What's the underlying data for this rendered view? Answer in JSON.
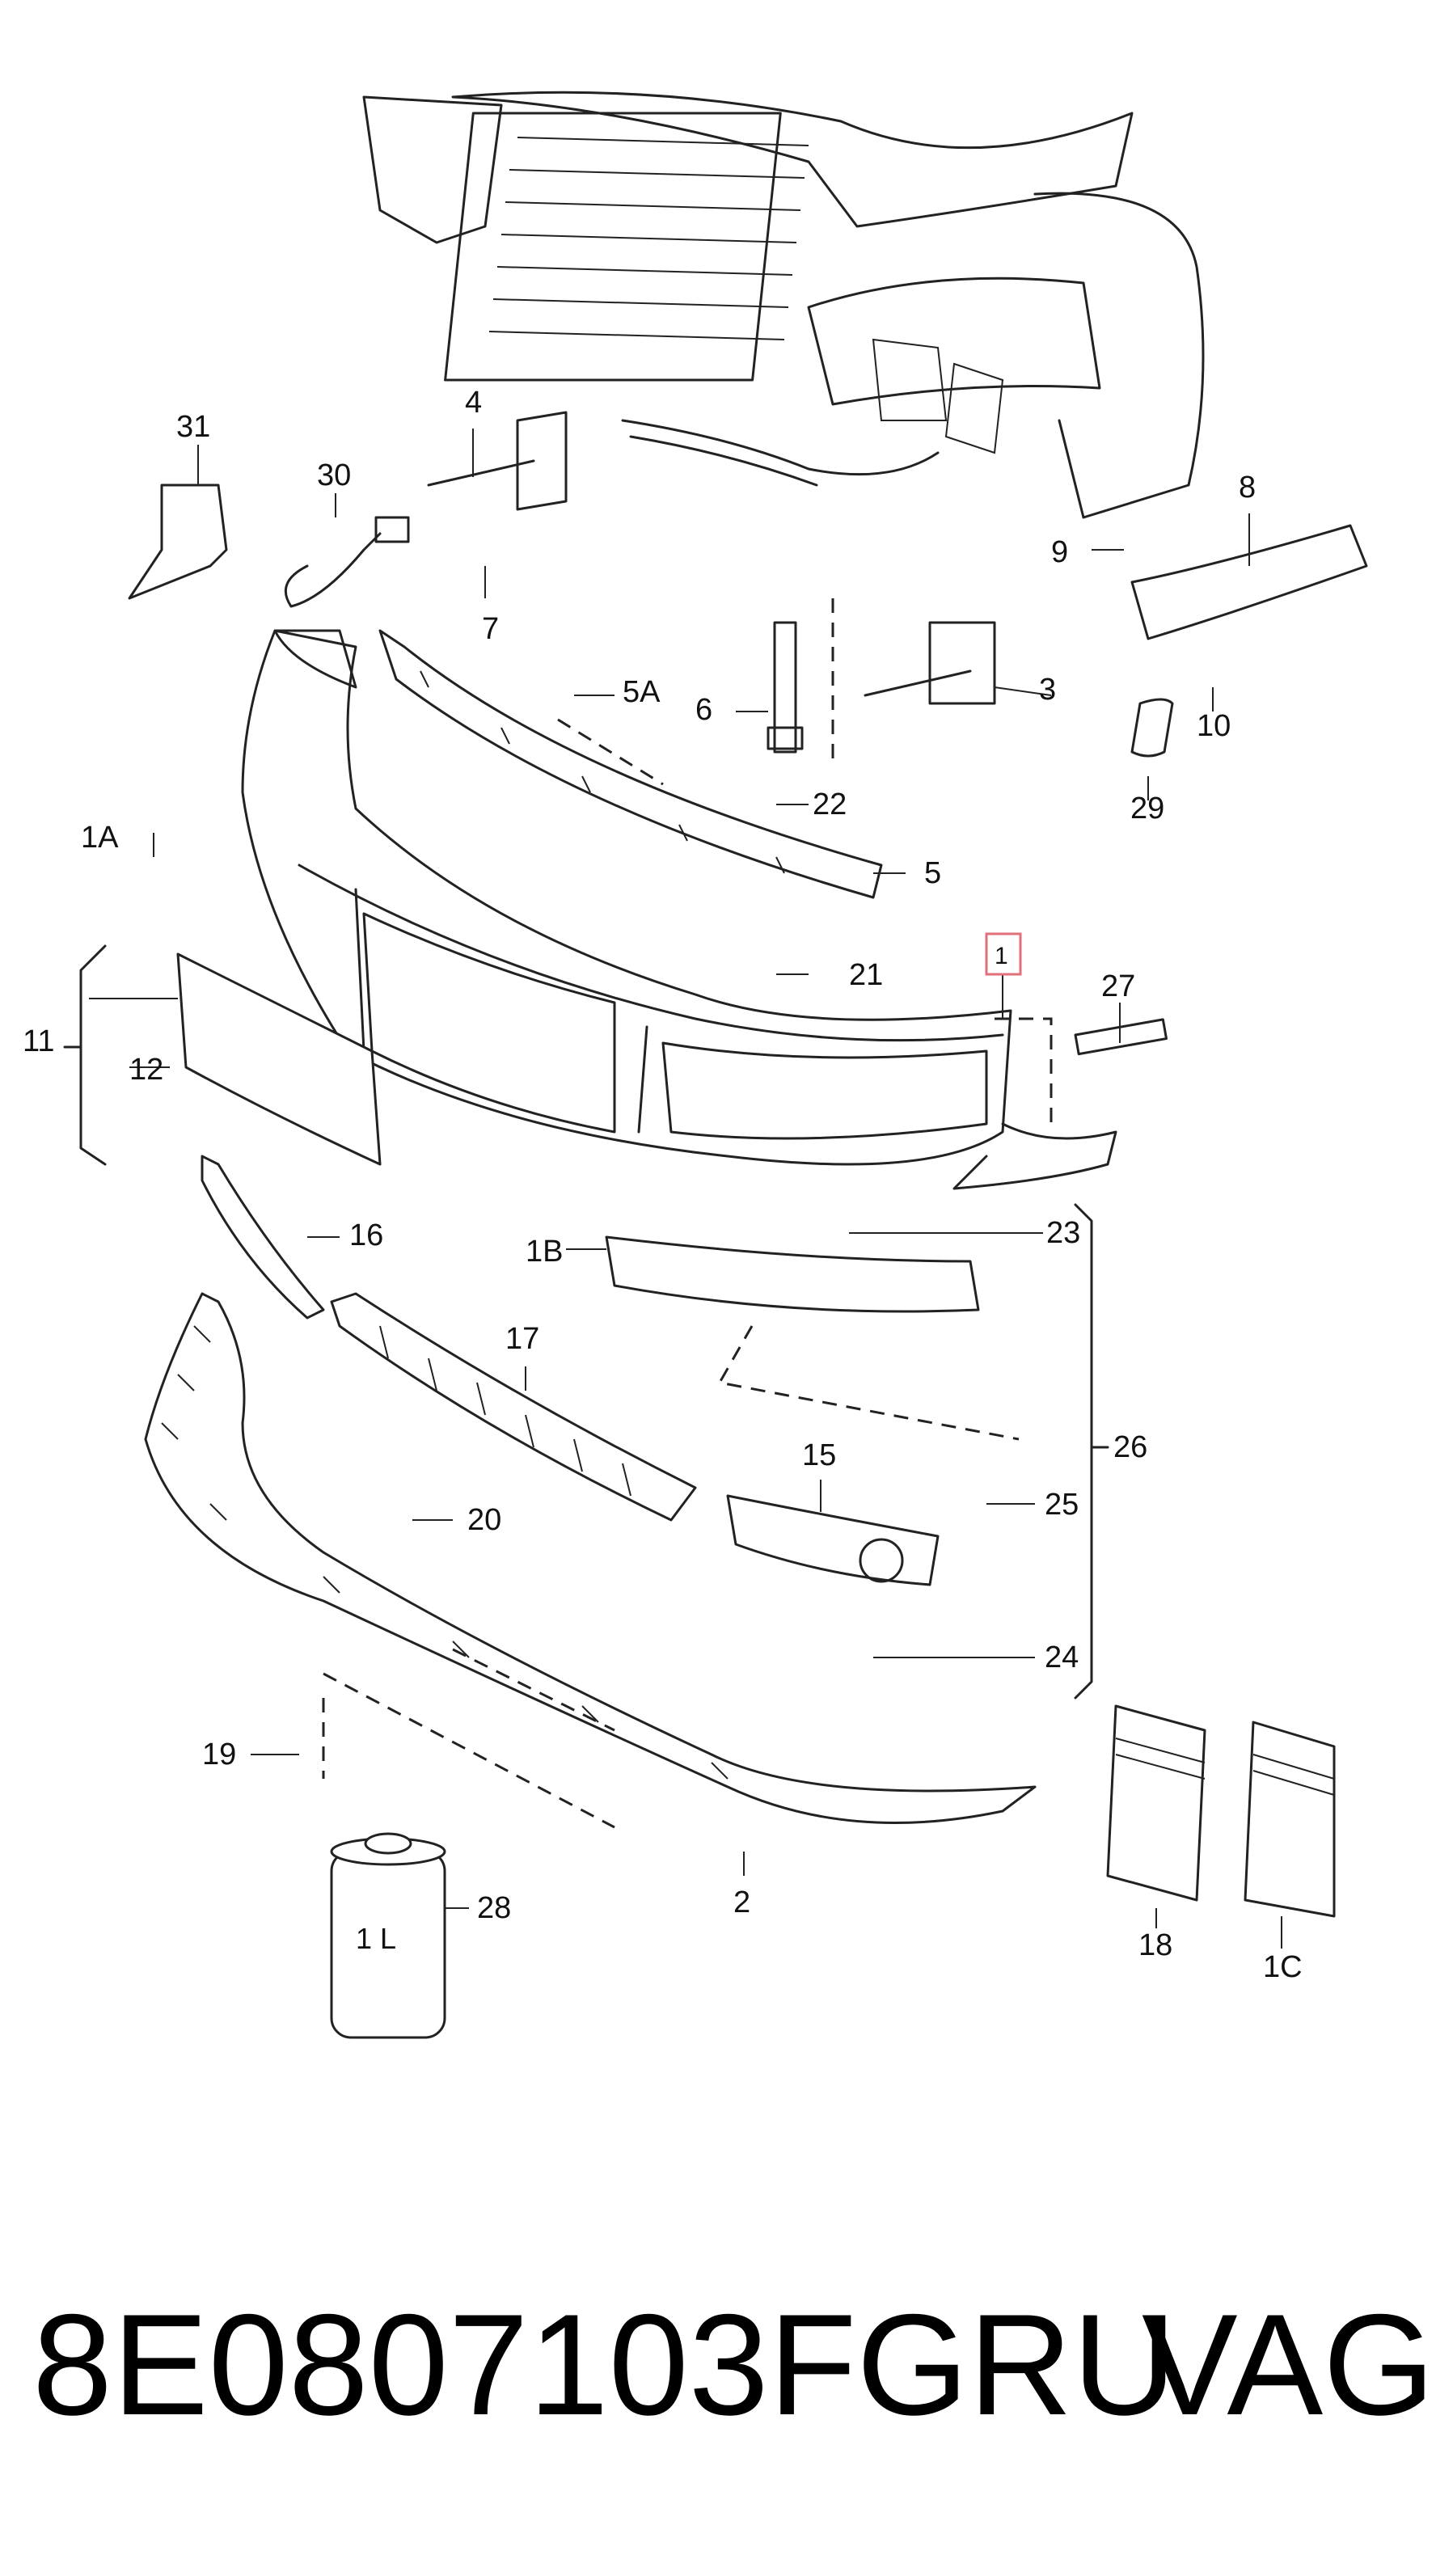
{
  "callouts": {
    "c1": "1",
    "c1A": "1A",
    "c1B": "1B",
    "c1C": "1C",
    "c2": "2",
    "c3": "3",
    "c4": "4",
    "c5": "5",
    "c5A": "5A",
    "c6": "6",
    "c7": "7",
    "c8": "8",
    "c9": "9",
    "c10": "10",
    "c11": "11",
    "c12": "12",
    "c15": "15",
    "c16": "16",
    "c17": "17",
    "c18": "18",
    "c19": "19",
    "c20": "20",
    "c21": "21",
    "c22": "22",
    "c23": "23",
    "c24": "24",
    "c25": "25",
    "c26": "26",
    "c27": "27",
    "c28": "28",
    "c29": "29",
    "c30": "30",
    "c31": "31"
  },
  "bottle_text": "1 L",
  "highlight_color": "#e0707a",
  "footer": {
    "part_number": "8E0807103FGRU",
    "brand": "VAG"
  }
}
